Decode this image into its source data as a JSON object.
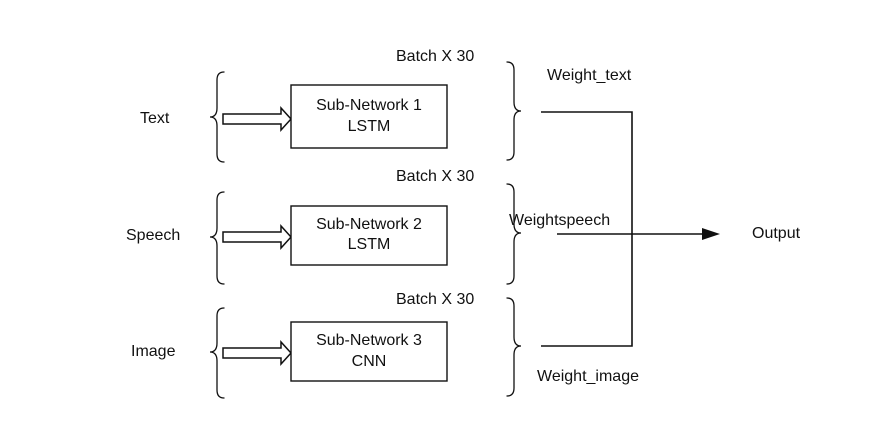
{
  "inputs": [
    {
      "label": "Text"
    },
    {
      "label": "Speech"
    },
    {
      "label": "Image"
    }
  ],
  "subnetworks": [
    {
      "title": "Sub-Network 1",
      "type": "LSTM"
    },
    {
      "title": "Sub-Network 2",
      "type": "LSTM"
    },
    {
      "title": "Sub-Network 3",
      "type": "CNN"
    }
  ],
  "batch_labels": [
    "Batch X 30",
    "Batch X 30",
    "Batch X 30"
  ],
  "weights": [
    {
      "label": "Weight_text"
    },
    {
      "label": "Weightspeech"
    },
    {
      "label": "Weight_image"
    }
  ],
  "output": {
    "label": "Output"
  }
}
